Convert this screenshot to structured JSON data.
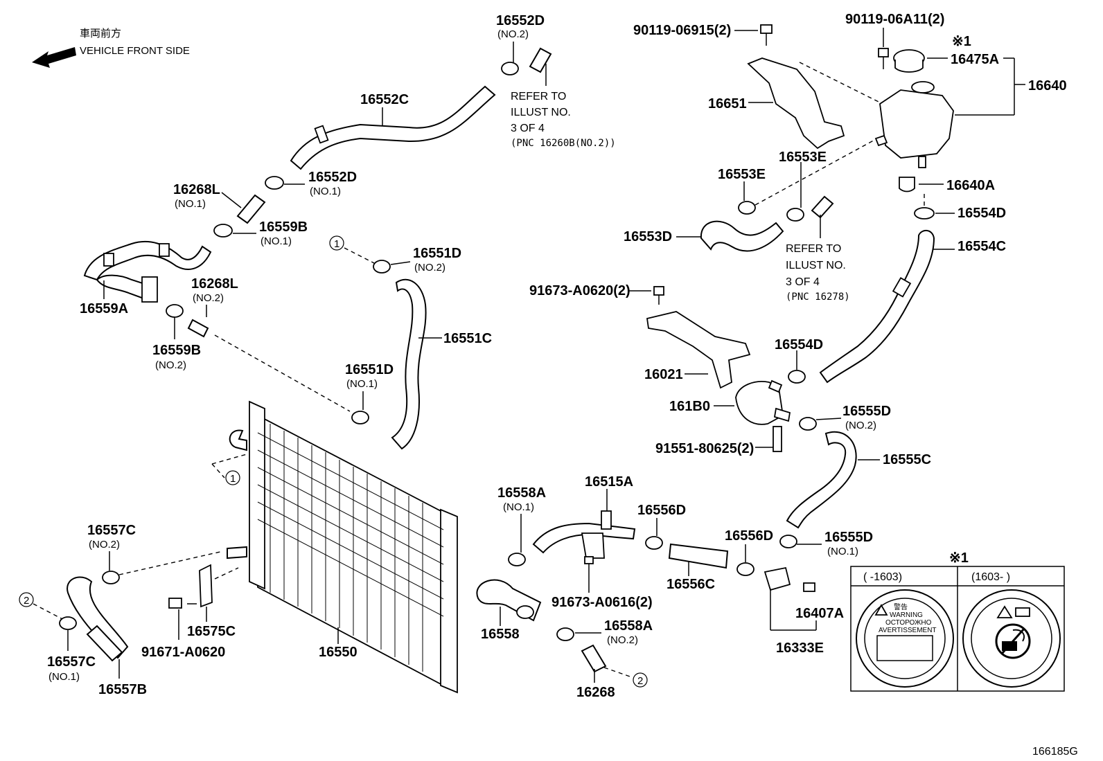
{
  "orientation": {
    "jp_label": "車両前方",
    "en_label": "VEHICLE FRONT SIDE"
  },
  "labels": {
    "p16552D_a": "16552D",
    "p16552D_a_sub": "(NO.2)",
    "p16552C": "16552C",
    "p16552D_b": "16552D",
    "p16552D_b_sub": "(NO.1)",
    "p16268L_a": "16268L",
    "p16268L_a_sub": "(NO.1)",
    "p16559B_a": "16559B",
    "p16559B_a_sub": "(NO.1)",
    "p16559A": "16559A",
    "p16268L_b": "16268L",
    "p16268L_b_sub": "(NO.2)",
    "p16559B_b": "16559B",
    "p16559B_b_sub": "(NO.2)",
    "p16551D_a": "16551D",
    "p16551D_a_sub": "(NO.2)",
    "p16551C": "16551C",
    "p16551D_b": "16551D",
    "p16551D_b_sub": "(NO.1)",
    "p16557C_a": "16557C",
    "p16557C_a_sub": "(NO.2)",
    "p16557C_b": "16557C",
    "p16557C_b_sub": "(NO.1)",
    "p16557B": "16557B",
    "p91671": "91671-A0620",
    "p16575C": "16575C",
    "p16550": "16550",
    "p16558A_a": "16558A",
    "p16558A_a_sub": "(NO.1)",
    "p16515A": "16515A",
    "p16556D_a": "16556D",
    "p16556C": "16556C",
    "p16556D_b": "16556D",
    "p91673b": "91673-A0616(2)",
    "p16558": "16558",
    "p16558A_b": "16558A",
    "p16558A_b_sub": "(NO.2)",
    "p16268": "16268",
    "p16555D_a": "16555D",
    "p16555D_a_sub": "(NO.2)",
    "p16555C": "16555C",
    "p16555D_b": "16555D",
    "p16555D_b_sub": "(NO.1)",
    "p16407A": "16407A",
    "p16333E": "16333E",
    "p90119a": "90119-06915(2)",
    "p16651": "16651",
    "p16553E_a": "16553E",
    "p16553E_b": "16553E",
    "p16553D": "16553D",
    "p91673a": "91673-A0620(2)",
    "p16021": "16021",
    "p161B0": "161B0",
    "p91551": "91551-80625(2)",
    "p16554D_b": "16554D",
    "p90119b": "90119-06A11(2)",
    "p_mark1": "※1",
    "p16475A": "16475A",
    "p16640": "16640",
    "p16640A": "16640A",
    "p16554D_a": "16554D",
    "p16554C": "16554C",
    "circle1": "1",
    "circle2": "2"
  },
  "notes": {
    "refer_a": [
      "REFER TO",
      "ILLUST NO.",
      "3 OF 4",
      "(PNC 16260B(NO.2))"
    ],
    "refer_b": [
      "REFER TO",
      "ILLUST NO.",
      "3 OF 4",
      "(PNC 16278)"
    ]
  },
  "inset": {
    "mark": "※1",
    "left_header": "(    -1603)",
    "right_header": "(1603-    )",
    "left_cap_text": [
      "警告",
      "WARNING",
      "ОСТОРОЖНО",
      "AVERTISSEMENT"
    ]
  },
  "figure_id": "166185G"
}
